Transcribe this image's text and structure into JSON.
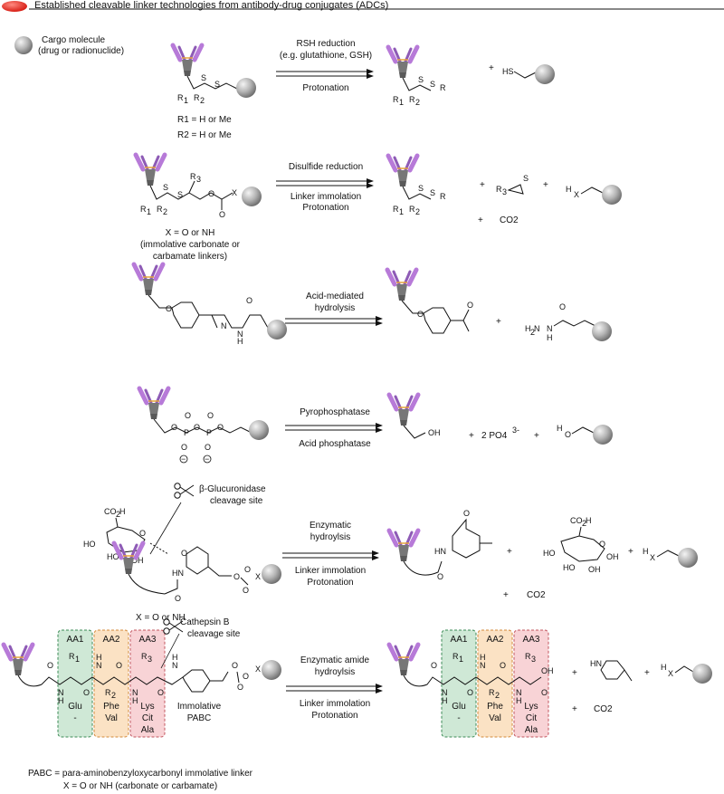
{
  "header": {
    "title": "Established cleavable linker technologies from antibody-drug conjugates (ADCs)",
    "accent_color": "#e0271f"
  },
  "legend": {
    "cargo_line1": "Cargo molecule",
    "cargo_line2": "(drug or radionuclide)"
  },
  "rows": [
    {
      "id": "disulfide",
      "conditions_top": [
        "RSH reduction",
        "(e.g. glutathione, GSH)"
      ],
      "conditions_bottom": [
        "Protonation"
      ],
      "notes": [
        "R1 = H or Me",
        "R2 = H or Me"
      ],
      "byproducts": [
        "+",
        "HS"
      ]
    },
    {
      "id": "immolative-disulfide",
      "conditions_top": [
        "Disulfide reduction"
      ],
      "conditions_bottom": [
        "Linker immolation",
        "Protonation"
      ],
      "notes": [
        "X = O or NH",
        "(immolative carbonate or",
        "carbamate linkers)"
      ],
      "byproducts": [
        "+",
        "+",
        "+",
        "CO2"
      ]
    },
    {
      "id": "hydrazone",
      "conditions_top": [
        "Acid-mediated",
        "hydrolysis"
      ],
      "conditions_bottom": [],
      "notes": [],
      "byproducts": [
        "+"
      ]
    },
    {
      "id": "pyrophosphate",
      "conditions_top": [
        "Pyrophosphatase"
      ],
      "conditions_bottom": [
        "Acid phosphatase"
      ],
      "notes": [],
      "byproducts": [
        "+",
        "2 PO4",
        "3-",
        "+"
      ]
    },
    {
      "id": "glucuronide",
      "conditions_top": [
        "Enzymatic",
        "hydroylsis"
      ],
      "conditions_bottom": [
        "Linker immolation",
        "Protonation"
      ],
      "notes": [
        "X = O or NH"
      ],
      "cleavage": [
        "β-Glucuronidase",
        "cleavage site"
      ],
      "byproducts": [
        "+",
        "+",
        "+",
        "CO2"
      ]
    },
    {
      "id": "peptide",
      "conditions_top": [
        "Enzymatic amide",
        "hydroylsis"
      ],
      "conditions_bottom": [
        "Linker immolation",
        "Protonation"
      ],
      "cleavage": [
        "Cathepsin B",
        "cleavage site"
      ],
      "immolative_label": [
        "Immolative",
        "PABC"
      ],
      "byproducts": [
        "+",
        "+",
        "+",
        "CO2"
      ]
    }
  ],
  "peptide_boxes": [
    {
      "label": "AA1",
      "residues": [
        "Glu",
        "-"
      ],
      "color": "#cfe8d6",
      "stroke": "#3b8a55"
    },
    {
      "label": "AA2",
      "residues": [
        "Phe",
        "Val"
      ],
      "color": "#fbe2c4",
      "stroke": "#d3893a"
    },
    {
      "label": "AA3",
      "residues": [
        "Lys",
        "Cit",
        "Ala"
      ],
      "color": "#f8d3d6",
      "stroke": "#c2545e"
    }
  ],
  "footer": {
    "line1": "PABC = para-aminobenzyloxycarbonyl immolative linker",
    "line2": "X = O or NH (carbonate or carbamate)"
  },
  "colors": {
    "antibody_purple": "#b77ad8",
    "antibody_orange": "#e6a63a",
    "antibody_grey": "#6d6d6d",
    "cargo_grey": "#9a9a9a"
  }
}
